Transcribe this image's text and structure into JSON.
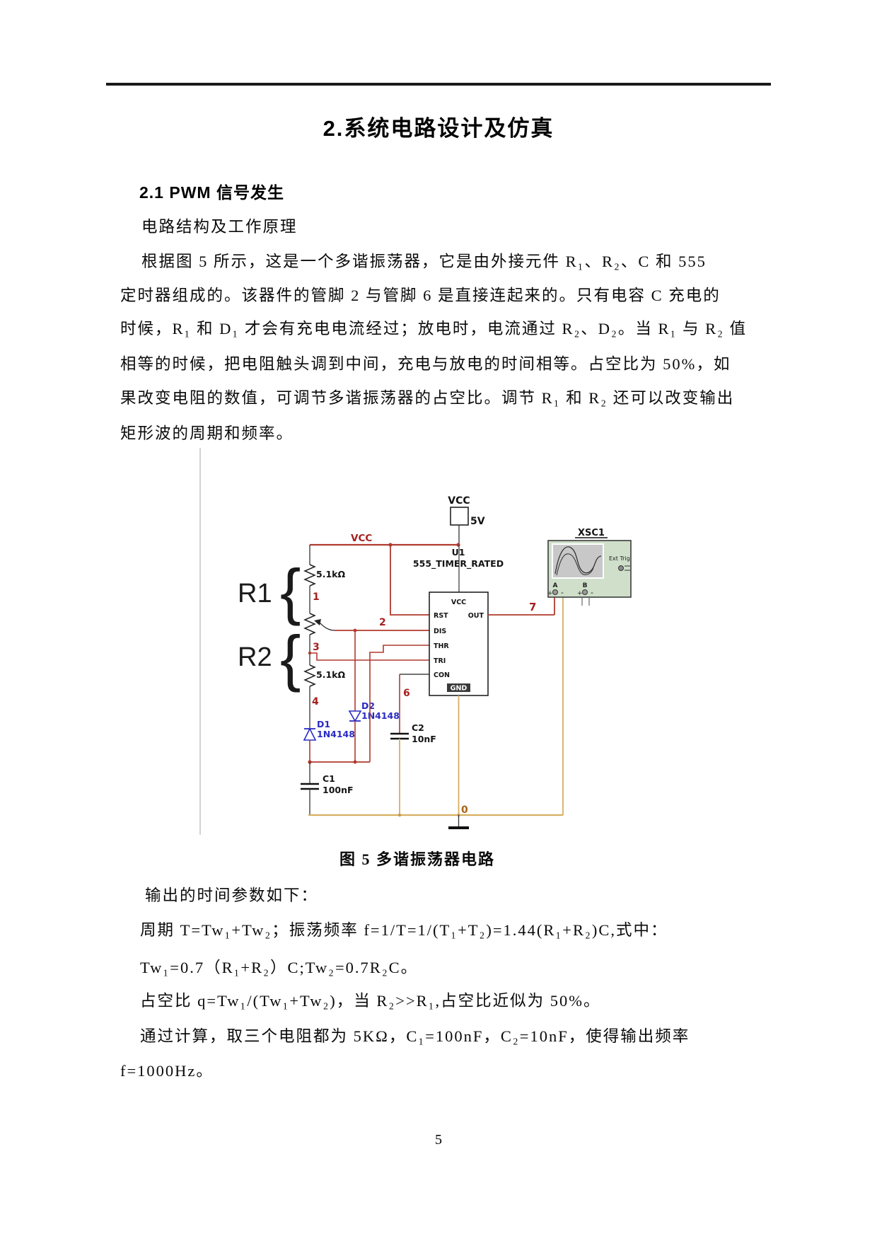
{
  "page": {
    "title": "2.系统电路设计及仿真",
    "section_heading": "2.1 PWM 信号发生",
    "page_number": "5"
  },
  "paragraph1": {
    "lines": [
      "电路结构及工作原理",
      "根据图 5 所示，这是一个多谐振荡器，它是由外接元件 R₁、R₂、C 和 555",
      "定时器组成的。该器件的管脚 2 与管脚 6 是直接连起来的。只有电容 C 充电的",
      "时候，R₁ 和 D₁ 才会有充电电流经过；放电时，电流通过 R₂、D₂。当 R₁ 与 R₂ 值",
      "相等的时候，把电阻触头调到中间，充电与放电的时间相等。占空比为 50%，如",
      "果改变电阻的数值，可调节多谐振荡器的占空比。调节 R₁ 和 R₂ 还可以改变输出",
      "矩形波的周期和频率。"
    ]
  },
  "figure": {
    "caption": "图 5  多谐振荡器电路",
    "schematic": {
      "power_net_label": "VCC",
      "source_label": "VCC",
      "source_voltage": "5V",
      "chip": {
        "ref": "U1",
        "part": "555_TIMER_RATED",
        "pin_vcc": "VCC",
        "pin_rst": "RST",
        "pin_dis": "DIS",
        "pin_thr": "THR",
        "pin_tri": "TRI",
        "pin_con": "CON",
        "pin_gnd": "GND",
        "pin_out": "OUT"
      },
      "r_group1": "R1",
      "r_group2": "R2",
      "brace": "{",
      "r_top_value": "5.1kΩ",
      "r_bottom_value": "5.1kΩ",
      "d1_ref": "D1",
      "d1_part": "1N4148",
      "d2_ref": "D2",
      "d2_part": "1N4148",
      "c1_ref": "C1",
      "c1_value": "100nF",
      "c2_ref": "C2",
      "c2_value": "10nF",
      "net_1": "1",
      "net_2": "2",
      "net_3": "3",
      "net_4": "4",
      "net_6": "6",
      "net_7": "7",
      "net_0": "0",
      "scope": {
        "ref": "XSC1",
        "ext_trig": "Ext Trig",
        "ch_a": "A",
        "ch_b": "B",
        "plus": "+",
        "minus": "-"
      }
    }
  },
  "paragraph2": {
    "lines": [
      "输出的时间参数如下：",
      "周期 T=Tw₁+Tw₂；振荡频率 f=1/T=1/(T₁+T₂)=1.44(R₁+R₂)C,式中：",
      "Tw₁=0.7（R₁+R₂）C;Tw₂=0.7R₂C。",
      "占空比 q=Tw₁/(Tw₁+Tw₂)，当 R₂>>R₁,占空比近似为 50%。",
      "通过计算，取三个电阻都为 5KΩ，C₁=100nF，C₂=10nF，使得输出频率",
      "f=1000Hz。"
    ]
  },
  "colors": {
    "wire_red": "#b03a2e",
    "wire_tan": "#d8ae62",
    "diode_blue": "#2b2bc4",
    "net_label_red": "#a51f1f",
    "scope_body_green": "#cfdfca"
  }
}
